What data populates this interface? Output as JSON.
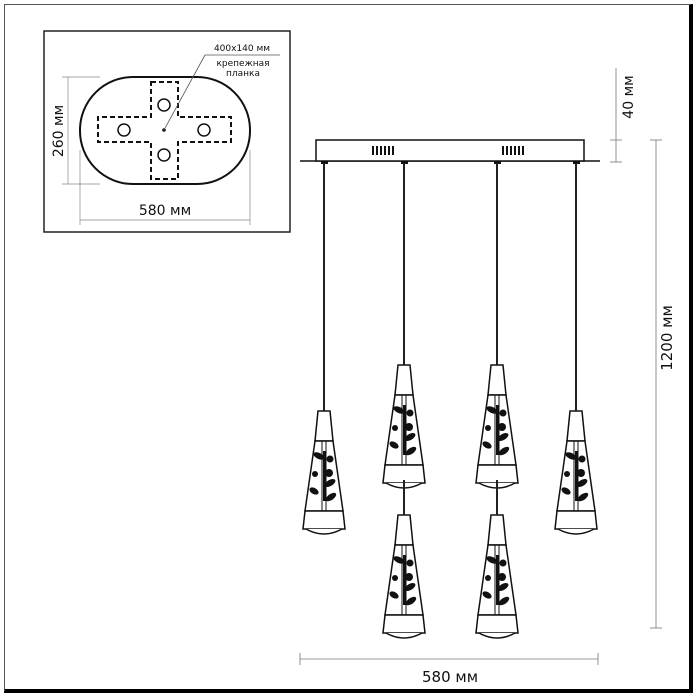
{
  "inset": {
    "mount_plate_size": "400x140 мм",
    "mount_plate_label_line1": "крепежная",
    "mount_plate_label_line2": "планка",
    "height_dim": "260 мм",
    "width_dim": "580 мм"
  },
  "main": {
    "canopy_height_dim": "40 мм",
    "drop_height_dim": "1200 мм",
    "width_dim": "580 мм",
    "pendant_count": 6
  },
  "colors": {
    "line": "#111111",
    "dim_line": "#777777",
    "background": "#ffffff"
  }
}
